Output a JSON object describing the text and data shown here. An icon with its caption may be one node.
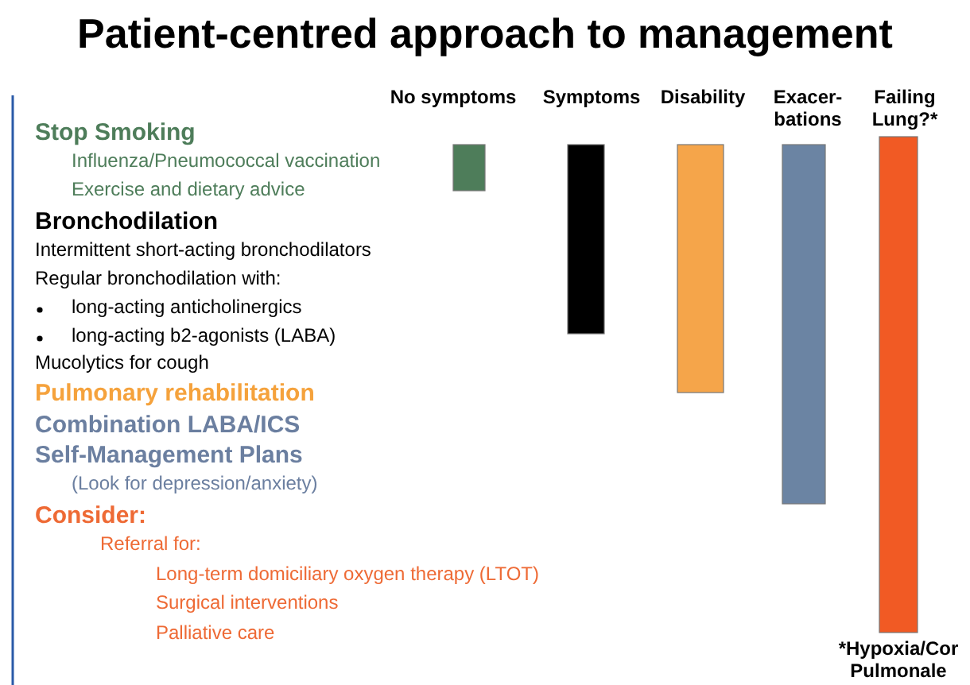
{
  "diagram": {
    "title": "Patient-centred approach to management",
    "nodes": [
      {
        "text": [],
        "shape": "bar"
      },
      {
        "text": [],
        "shape": "bar"
      },
      {
        "text": [],
        "shape": "bar"
      },
      {
        "text": [],
        "shape": "bar"
      },
      {
        "text": [],
        "shape": "bar"
      }
    ],
    "labels": [
      "No symptoms",
      "Symptoms",
      "Disability",
      "Exacer- bations",
      "Failing Lung?*",
      "Stop Smoking",
      "Influenza/Pneumococcal vaccination",
      "Exercise and dietary advice",
      "Bronchodilation",
      "Intermittent short-acting bronchodilators",
      "Regular bronchodilation with:",
      "long-acting anticholinergics",
      "long-acting b2-agonists (LABA)",
      "Mucolytics for cough",
      "Pulmonary rehabilitation",
      "Combination LABA/ICS",
      "Self-Management Plans",
      "(Look for depression/anxiety)",
      "Consider:",
      "Referral for:",
      "Long-term domiciliary oxygen therapy (LTOT)",
      "Surgical interventions",
      "Palliative care",
      "*Hypoxia/Cor Pulmonale"
    ]
  }
}
